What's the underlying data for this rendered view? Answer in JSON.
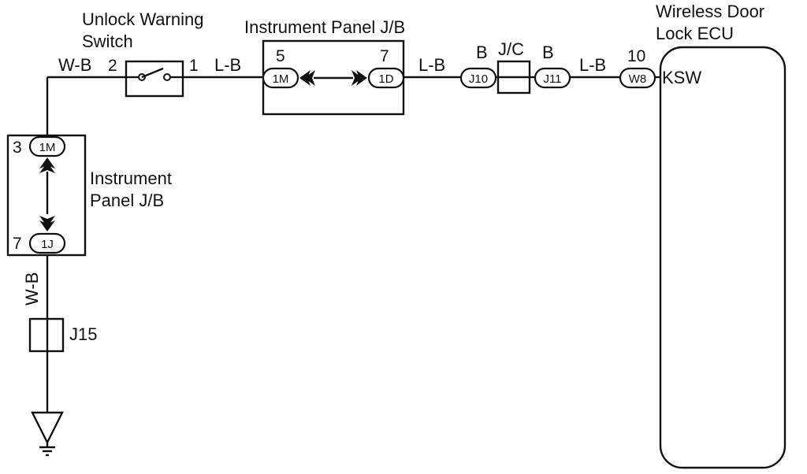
{
  "components": {
    "unlock_switch": {
      "title_line1": "Unlock Warning",
      "title_line2": "Switch",
      "pin_in": "2",
      "pin_out": "1"
    },
    "jb_top": {
      "title": "Instrument Panel J/B",
      "pin_left": "5",
      "pin_right": "7",
      "conn_left": "1M",
      "conn_right": "1D"
    },
    "jb_left": {
      "title_line1": "Instrument",
      "title_line2": "Panel J/B",
      "pin_top": "3",
      "pin_bottom": "7",
      "conn_top": "1M",
      "conn_bottom": "1J"
    },
    "jc": {
      "title": "J/C",
      "conn_left": "J10",
      "conn_right": "J11"
    },
    "ecu": {
      "title_line1": "Wireless Door",
      "title_line2": "Lock ECU",
      "pin": "10",
      "conn": "W8",
      "terminal": "KSW"
    },
    "j15": {
      "label": "J15"
    }
  },
  "wires": {
    "w1": "W-B",
    "w2": "L-B",
    "w3": "L-B",
    "w4": "B",
    "w5": "B",
    "w6": "L-B",
    "w7": "W-B"
  }
}
